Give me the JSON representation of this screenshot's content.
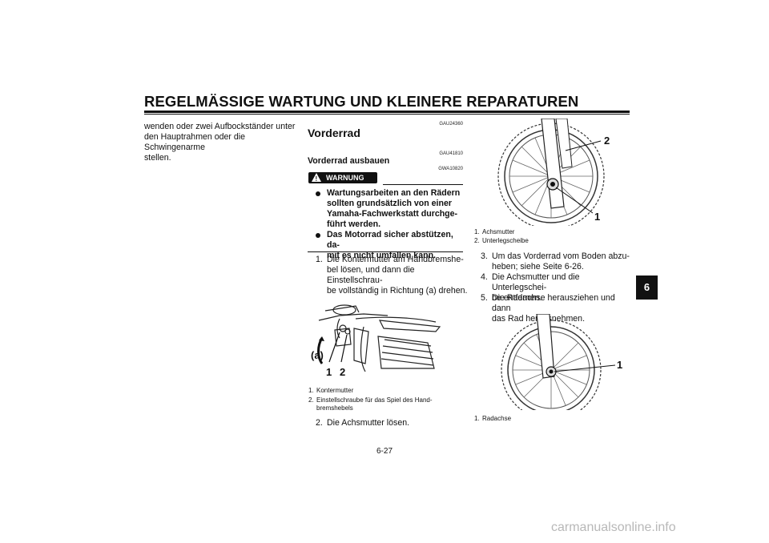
{
  "header": {
    "title": "REGELMÄSSIGE WARTUNG UND KLEINERE REPARATUREN"
  },
  "left_column": {
    "lines": [
      "wenden oder zwei Aufbockständer unter",
      "den Hauptrahmen oder die Schwingenarme",
      "stellen."
    ]
  },
  "middle_column": {
    "code1": "GAU24360",
    "section_title": "Vorderrad",
    "code2": "GAU41810",
    "subsection_title": "Vorderrad ausbauen",
    "code3": "GWA10820",
    "warning_label": "WARNUNG",
    "warning_items": [
      {
        "lines": [
          "Wartungsarbeiten an den Rädern",
          "sollten grundsätzlich von einer",
          "Yamaha-Fachwerkstatt durchge-",
          "führt werden."
        ]
      },
      {
        "lines": [
          "Das Motorrad sicher abstützen, da-",
          "mit es nicht umfallen kann."
        ]
      }
    ],
    "step1": {
      "num": "1.",
      "lines": [
        "Die Kontermutter am Handbremshe-",
        "bel lösen, und dann die Einstellschrau-",
        "be vollständig in Richtung (a) drehen."
      ]
    },
    "figure1": {
      "label_a": "(a)",
      "label_1": "1",
      "label_2": "2"
    },
    "captions1": [
      {
        "num": "1.",
        "lines": [
          "Kontermutter"
        ]
      },
      {
        "num": "2.",
        "lines": [
          "Einstellschraube für das Spiel des Hand-",
          "bremshebels"
        ]
      }
    ],
    "step2": {
      "num": "2.",
      "lines": [
        "Die Achsmutter lösen."
      ]
    }
  },
  "right_column": {
    "figure2": {
      "label_1": "1",
      "label_2": "2"
    },
    "captions2": [
      {
        "num": "1.",
        "text": "Achsmutter"
      },
      {
        "num": "2.",
        "text": "Unterlegscheibe"
      }
    ],
    "steps": [
      {
        "num": "3.",
        "lines": [
          "Um das Vorderrad vom Boden abzu-",
          "heben; siehe Seite 6-26."
        ]
      },
      {
        "num": "4.",
        "lines": [
          "Die Achsmutter und die Unterlegschei-",
          "be entfernen."
        ]
      },
      {
        "num": "5.",
        "lines": [
          "Die Radachse herausziehen und dann",
          "das Rad herausnehmen."
        ]
      }
    ],
    "figure3": {
      "label_1": "1"
    },
    "captions3": [
      {
        "num": "1.",
        "text": "Radachse"
      }
    ]
  },
  "chapter_tab": "6",
  "page_number": "6-27",
  "watermark": "carmanualsonline.info"
}
